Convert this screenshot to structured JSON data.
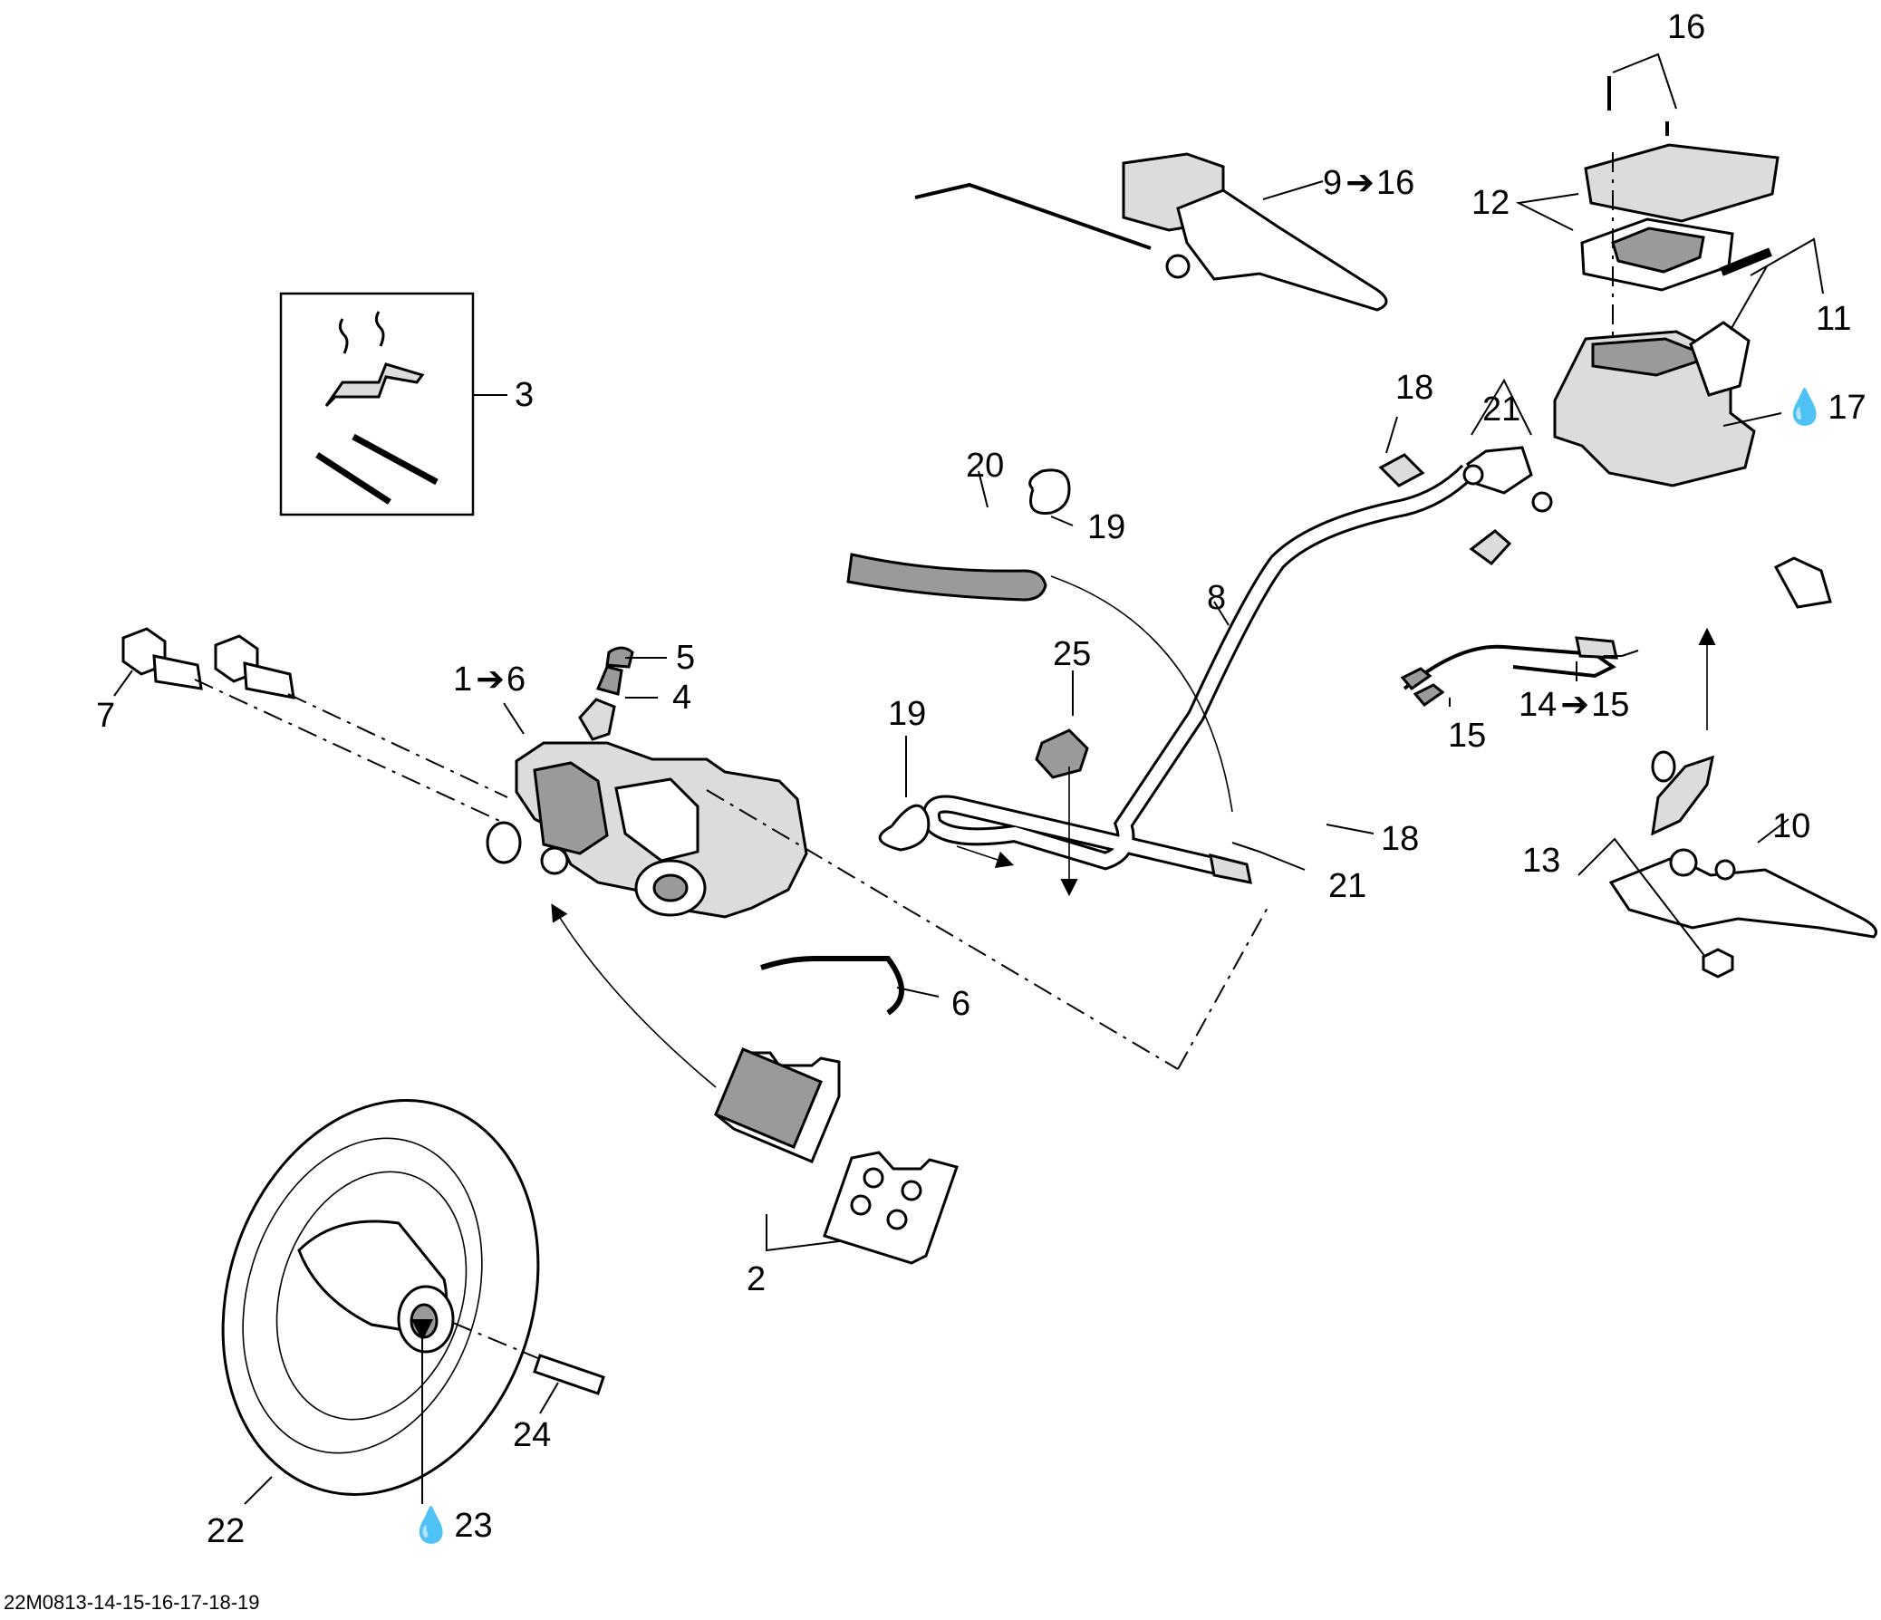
{
  "figure_id": "22M0813-14-15-16-17-18-19",
  "callouts": {
    "c1": "1",
    "c1_range": "6",
    "c2": "2",
    "c3": "3",
    "c4": "4",
    "c5": "5",
    "c6": "6",
    "c7": "7",
    "c8": "8",
    "c9": "9",
    "c9_range": "16",
    "c10": "10",
    "c11": "11",
    "c12": "12",
    "c13": "13",
    "c14": "14",
    "c14_range": "15",
    "c15": "15",
    "c16": "16",
    "c17": "17",
    "c18a": "18",
    "c18b": "18",
    "c19a": "19",
    "c19b": "19",
    "c20": "20",
    "c21a": "21",
    "c21b": "21",
    "c22": "22",
    "c23": "23",
    "c24": "24",
    "c25": "25"
  },
  "icons": {
    "arrow": "right-arrow-icon",
    "fluid": "oil-drop-icon"
  },
  "colors": {
    "line": "#000000",
    "background": "#ffffff",
    "shade": "#9a9a9a"
  }
}
